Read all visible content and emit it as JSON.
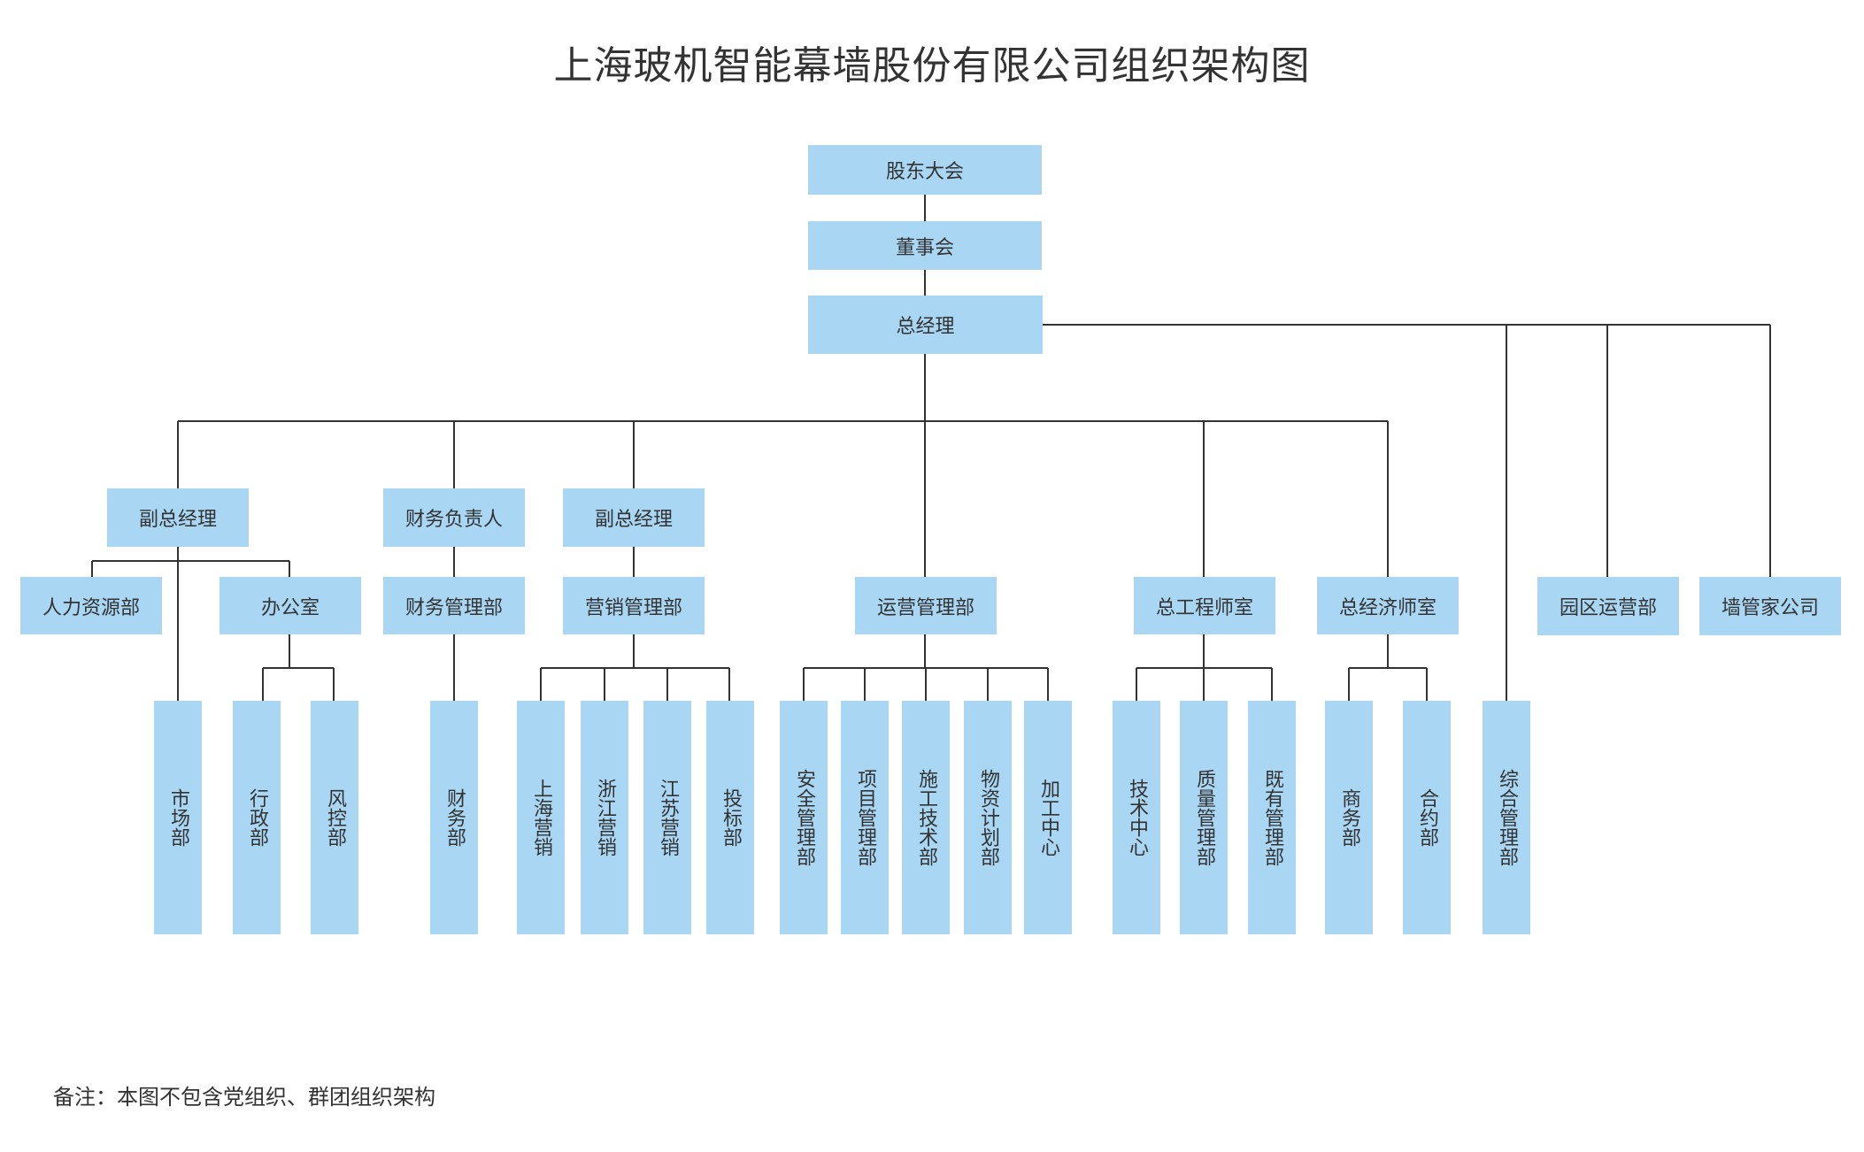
{
  "title": "上海玻机智能幕墙股份有限公司组织架构图",
  "note": "备注：本图不包含党组织、群团组织架构",
  "colors": {
    "box_fill": "#a9d6f3",
    "line": "#333333",
    "text": "#333333"
  },
  "nodes": {
    "shareholders_meeting": "股东大会",
    "board": "董事会",
    "general_manager": "总经理",
    "vp_left": "副总经理",
    "finance_head": "财务负责人",
    "vp_marketing": "副总经理",
    "hr_dept": "人力资源部",
    "office": "办公室",
    "finance_mgmt_dept": "财务管理部",
    "marketing_mgmt_dept": "营销管理部",
    "operations_mgmt_dept": "运营管理部",
    "chief_engineer_office": "总工程师室",
    "chief_economist_office": "总经济师室",
    "park_operations_dept": "园区运营部",
    "wall_manager_company": "墙管家公司",
    "market_dept": "市场部",
    "admin_dept": "行政部",
    "risk_control_dept": "风控部",
    "finance_dept": "财务部",
    "shanghai_marketing": "上海营销",
    "zhejiang_marketing": "浙江营销",
    "jiangsu_marketing": "江苏营销",
    "bidding_dept": "投标部",
    "safety_mgmt_dept": "安全管理部",
    "project_mgmt_dept": "项目管理部",
    "construction_tech_dept": "施工技术部",
    "material_planning_dept": "物资计划部",
    "processing_center": "加工中心",
    "tech_center": "技术中心",
    "quality_mgmt_dept": "质量管理部",
    "existing_mgmt_dept": "既有管理部",
    "business_dept": "商务部",
    "contract_dept": "合约部",
    "general_mgmt_dept": "综合管理部"
  }
}
